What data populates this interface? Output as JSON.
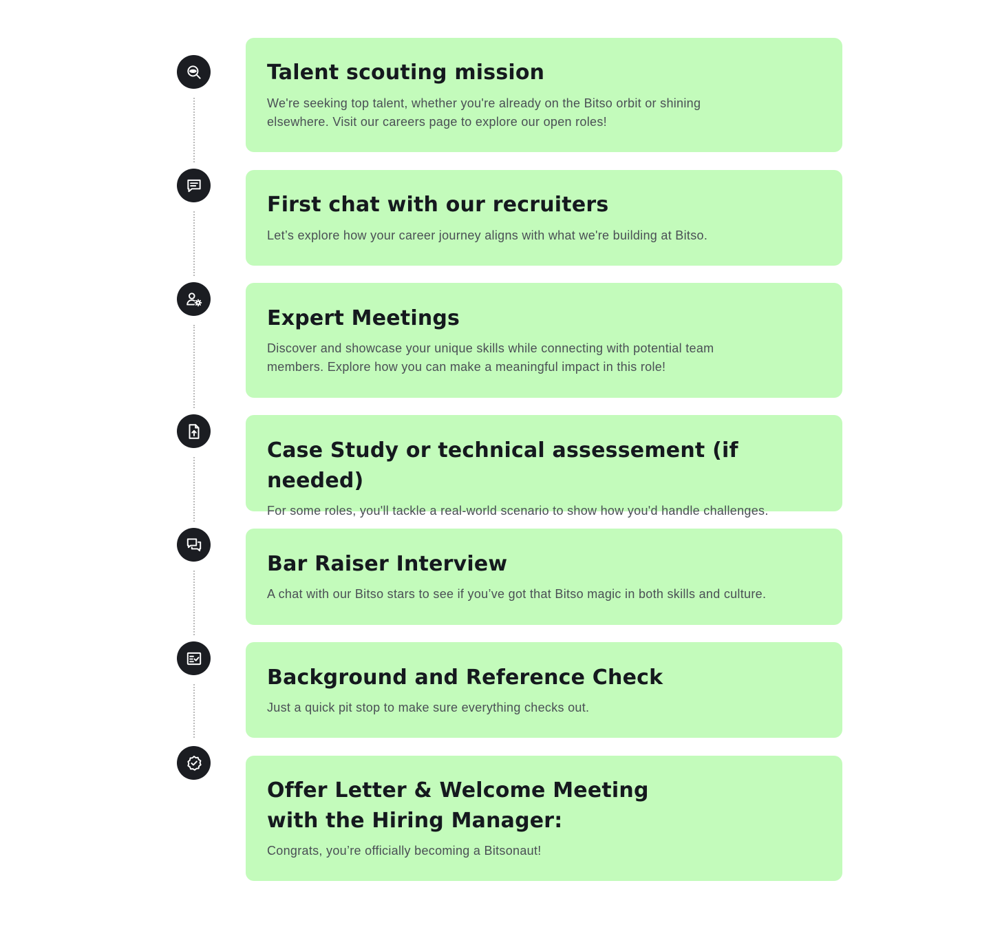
{
  "steps": [
    {
      "icon": "search-eye-icon",
      "title": "Talent scouting mission",
      "description": "We're seeking top talent, whether you're already on the Bitso orbit or shining elsewhere. Visit our careers page to explore our open roles!"
    },
    {
      "icon": "chat-bubble-icon",
      "title": "First chat with our recruiters",
      "description": "Let’s explore how your career journey aligns with what we're building at Bitso."
    },
    {
      "icon": "user-gear-icon",
      "title": "Expert Meetings",
      "description": "Discover and showcase your unique skills while connecting with potential team members. Explore how you can make a meaningful impact in this role!"
    },
    {
      "icon": "file-upload-icon",
      "title": "Case Study or technical assessement (if needed)",
      "description": "For some roles, you'll tackle a real-world scenario to show how you'd handle challenges."
    },
    {
      "icon": "conversation-icon",
      "title": "Bar Raiser Interview",
      "description": "A chat with our Bitso stars to see if you’ve got that Bitso magic in both skills and culture."
    },
    {
      "icon": "checklist-icon",
      "title": "Background and Reference Check",
      "description": "Just a quick pit stop to make sure everything checks out."
    },
    {
      "icon": "verified-badge-icon",
      "title": "Offer Letter & Welcome Meeting with the Hiring Manager:",
      "description": "Congrats, you’re officially becoming a Bitsonaut!"
    }
  ],
  "colors": {
    "card_background": "#c3fbbb",
    "icon_background": "#1b1d22",
    "title_text": "#15191e",
    "body_text": "#4a4f55",
    "connector": "#b9b9b9"
  }
}
